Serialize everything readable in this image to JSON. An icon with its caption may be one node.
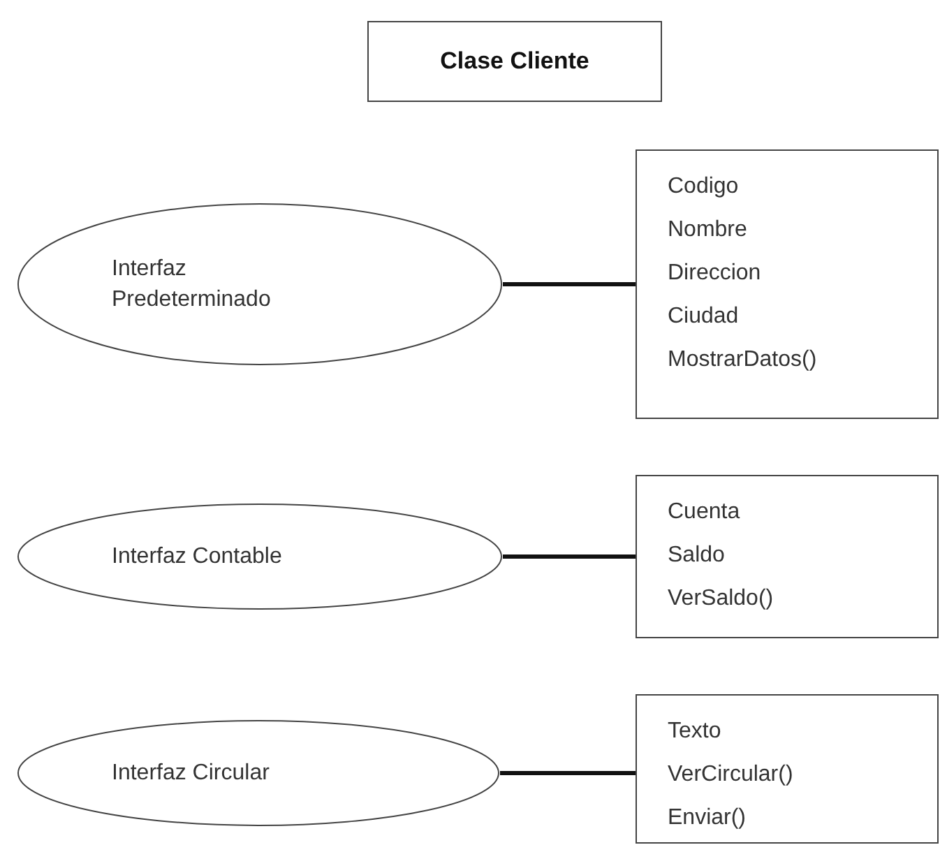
{
  "diagram": {
    "title": "Clase Cliente",
    "nodes": [
      {
        "text": [
          "Interfaz Predeterminado"
        ]
      },
      {
        "text": [
          "Codigo",
          "Nombre",
          "Direccion",
          "Ciudad",
          "MostrarDatos()"
        ]
      },
      {
        "text": [
          "Interfaz Contable"
        ]
      },
      {
        "text": [
          "Cuenta",
          "Saldo",
          "VerSaldo()"
        ]
      },
      {
        "text": [
          "Interfaz Circular"
        ]
      },
      {
        "text": [
          "Texto",
          "VerCircular()",
          "Enviar()"
        ]
      }
    ],
    "edges": [
      {
        "from": 0,
        "to": 1,
        "arrow": "none"
      },
      {
        "from": 2,
        "to": 3,
        "arrow": "none"
      },
      {
        "from": 4,
        "to": 5,
        "arrow": "none"
      }
    ]
  }
}
